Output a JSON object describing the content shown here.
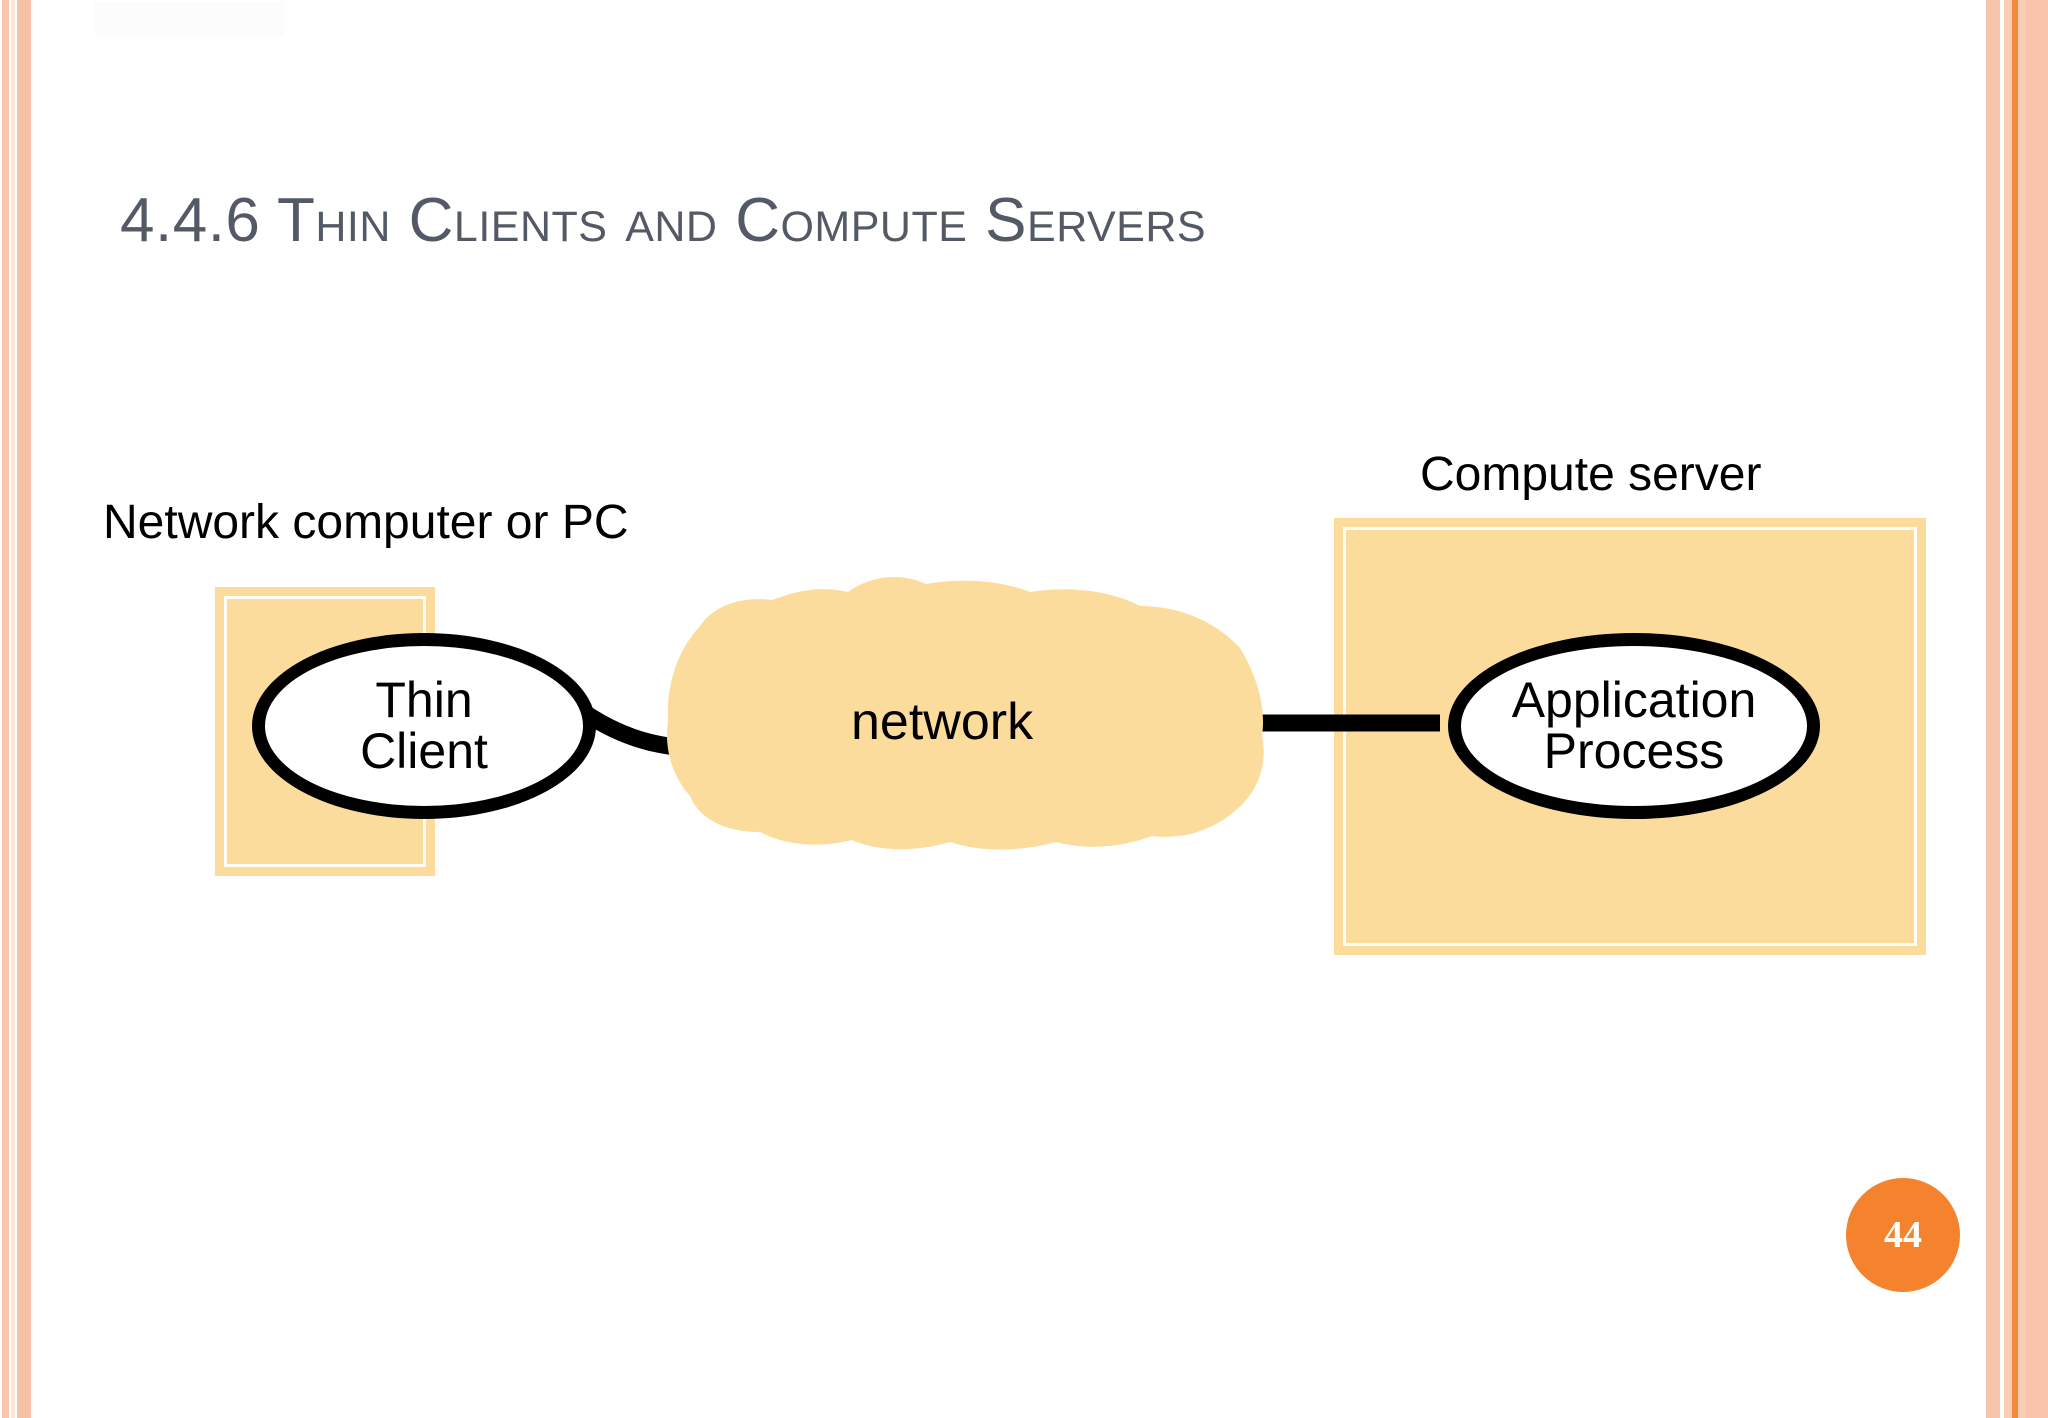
{
  "slide": {
    "title": "4.4.6 Thin Clients and Compute Servers",
    "page_number": "44",
    "watermark": "",
    "accent_color": "#f5822d",
    "box_fill_color": "#fbdc9c",
    "title_color": "#535a66",
    "border_stripe_color": "#f8c0a4"
  },
  "diagram": {
    "type": "network-architecture",
    "left_label": "Network computer or PC",
    "right_label": "Compute server",
    "cloud_label": "network",
    "nodes": [
      {
        "id": "thin-client",
        "line1": "Thin",
        "line2": "Client",
        "shape": "ellipse",
        "fill": "#ffffff",
        "stroke": "#000000"
      },
      {
        "id": "application-process",
        "line1": "Application",
        "line2": "Process",
        "shape": "ellipse",
        "fill": "#ffffff",
        "stroke": "#000000"
      }
    ],
    "connections": [
      {
        "from": "thin-client",
        "to": "network"
      },
      {
        "from": "network",
        "to": "application-process"
      }
    ]
  }
}
